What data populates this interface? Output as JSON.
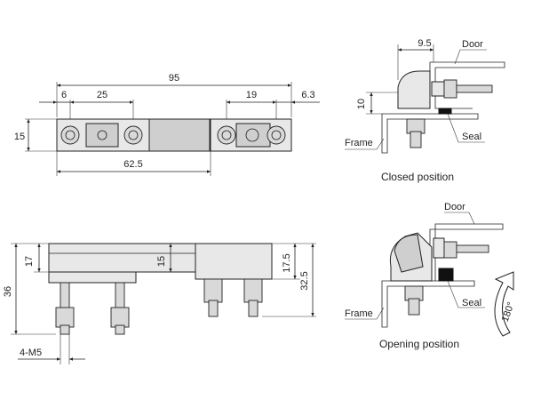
{
  "top_view": {
    "dims": {
      "overall": "95",
      "left_offset": "6",
      "hole_spacing_left": "25",
      "hole_spacing_right": "19",
      "right_offset": "6.3",
      "height": "15",
      "base_length": "62.5"
    }
  },
  "side_view": {
    "dims": {
      "height_17": "17",
      "height_36": "36",
      "height_15": "15",
      "height_17_5": "17.5",
      "height_32_5": "32.5",
      "thread": "4-M5"
    }
  },
  "closed_detail": {
    "dim_9_5": "9.5",
    "dim_10": "10",
    "label_door": "Door",
    "label_frame": "Frame",
    "label_seal": "Seal",
    "caption": "Closed position"
  },
  "opening_detail": {
    "label_door": "Door",
    "label_frame": "Frame",
    "label_seal": "Seal",
    "angle": "180°",
    "caption": "Opening position"
  }
}
